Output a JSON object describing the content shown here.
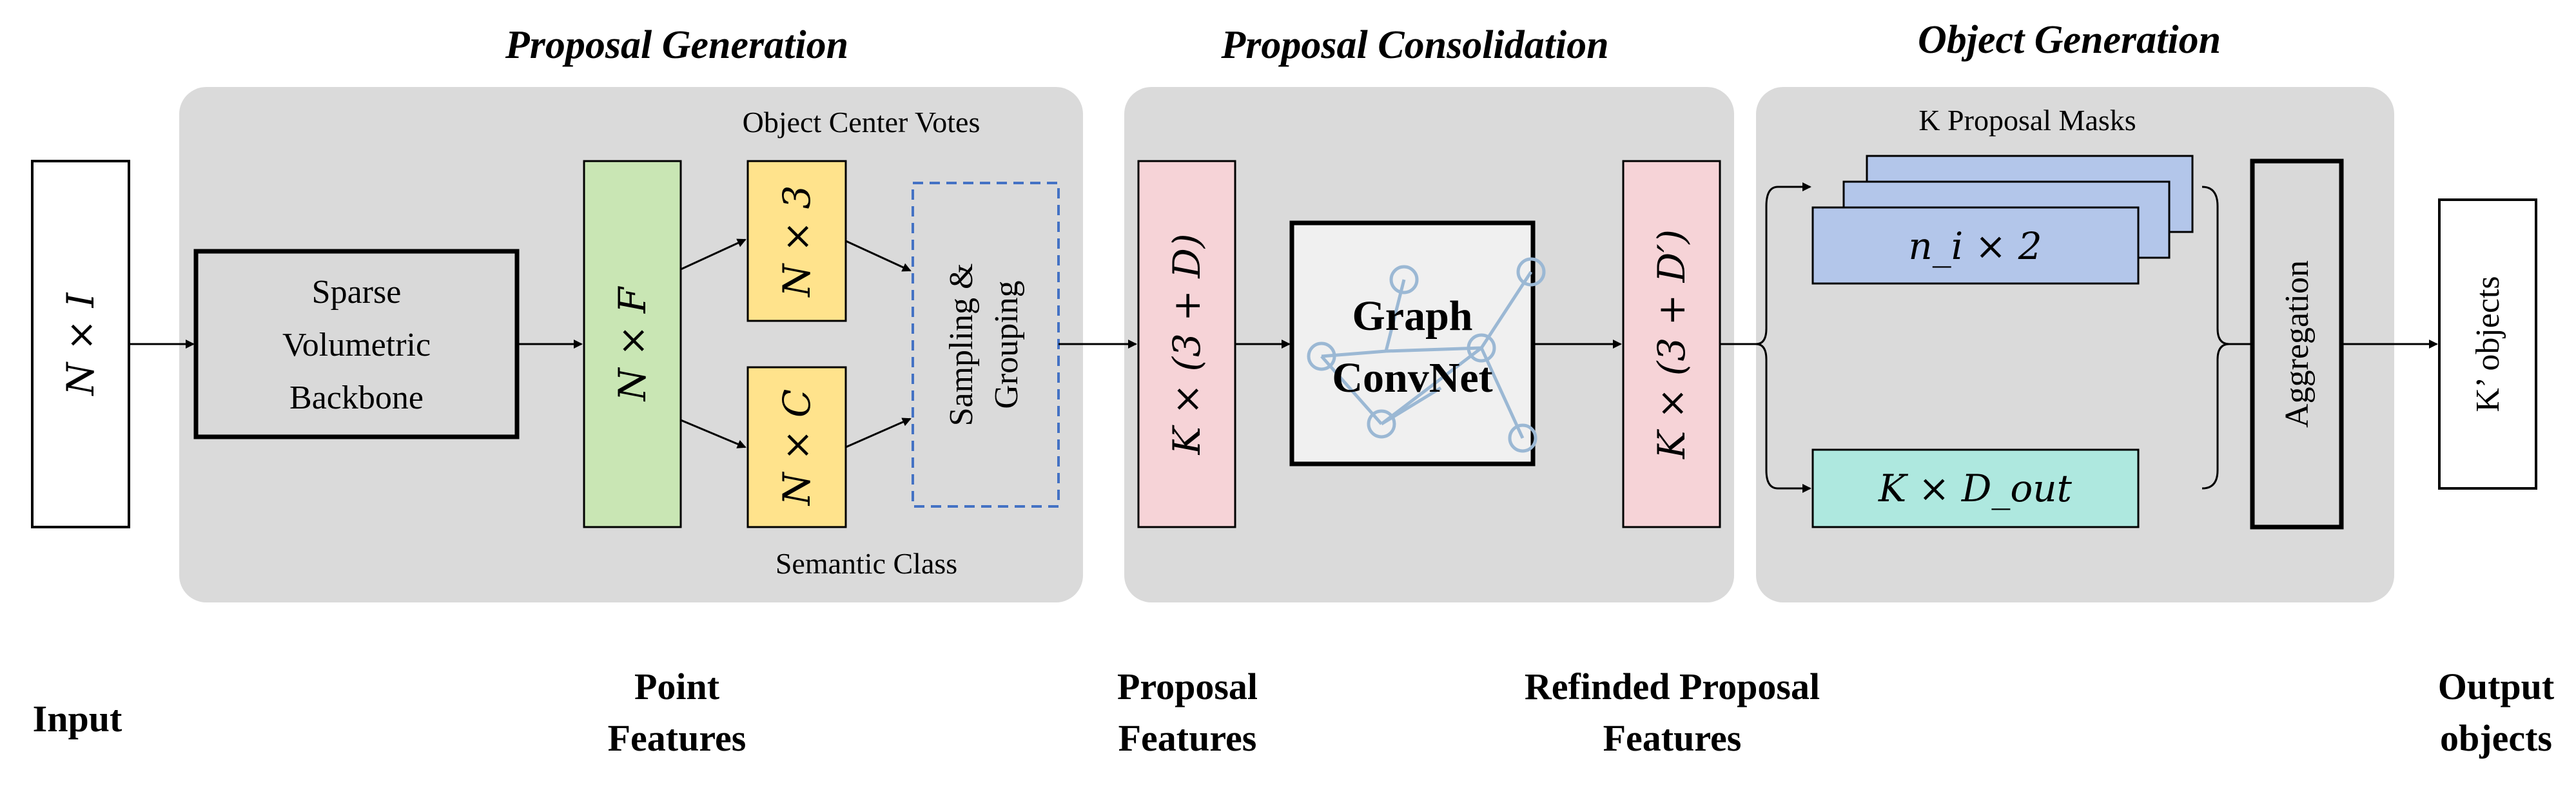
{
  "sections": {
    "proposal_generation": "Proposal Generation",
    "proposal_consolidation": "Proposal Consolidation",
    "object_generation": "Object Generation"
  },
  "nodes": {
    "input": "N × I",
    "backbone": [
      "Sparse",
      "Volumetric",
      "Backbone"
    ],
    "point_features": "N × F",
    "votes": "N × 3",
    "votes_caption": "Object Center Votes",
    "semantic": "N × C",
    "semantic_caption": "Semantic Class",
    "sampling": [
      "Sampling &",
      "Grouping"
    ],
    "proposal_features": "K × (3 + D)",
    "graph": [
      "Graph",
      "ConvNet"
    ],
    "refined": "K × (3 + D′)",
    "masks_caption": "K Proposal Masks",
    "mask": "n_i × 2",
    "dout": "K × D_out",
    "aggregation": "Aggregation",
    "output": "K’ objects"
  },
  "bottom_labels": {
    "input": [
      "Input"
    ],
    "point_features": [
      "Point",
      "Features"
    ],
    "proposal_features": [
      "Proposal",
      "Features"
    ],
    "refined": [
      "Refinded Proposal",
      "Features"
    ],
    "output": [
      "Output",
      "objects"
    ]
  },
  "colors": {
    "panel": "#dadada",
    "green": "#c9e6b4",
    "yellow": "#ffe38c",
    "pink": "#f6d3d7",
    "blue": "#b3c6ea",
    "teal": "#aee8df",
    "graph_box": "#f0f0f0",
    "graph_nodes": "#9bb8d4",
    "dashed": "#4472c4"
  }
}
